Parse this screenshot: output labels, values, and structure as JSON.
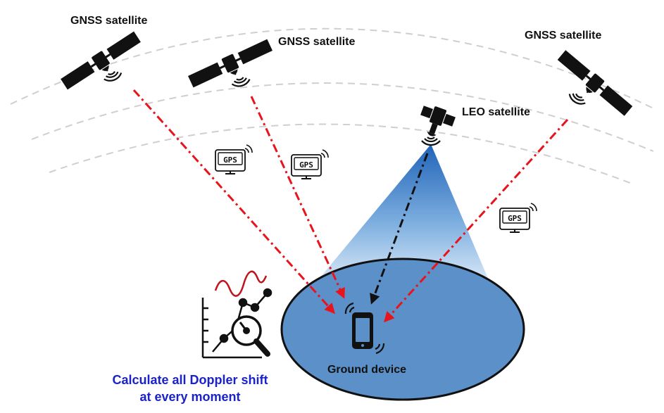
{
  "labels": {
    "gnss_1": "GNSS satellite",
    "gnss_2": "GNSS satellite",
    "gnss_3": "GNSS satellite",
    "leo": "LEO satellite",
    "ground_device": "Ground device",
    "caption_line1": "Calculate all Doppler shift",
    "caption_line2": "at every moment"
  },
  "gps_badge": "GPS",
  "colors": {
    "signal_gnss": "#e8141c",
    "signal_leo": "#111111",
    "coverage_fill": "#5b8fc9",
    "beam_top": "#2a6fc0",
    "caption": "#1a22c8",
    "orbit": "#c9c9c9",
    "doppler_wave": "#c0141c"
  }
}
